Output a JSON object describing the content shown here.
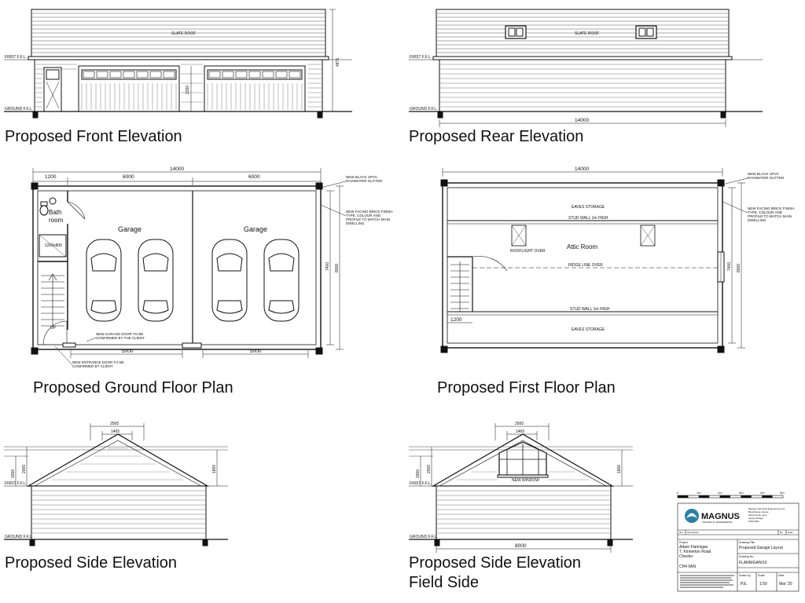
{
  "captions": {
    "front": "Proposed Front Elevation",
    "rear": "Proposed Rear Elevation",
    "ground": "Proposed Ground Floor Plan",
    "first": "Proposed First Floor Plan",
    "side": "Proposed Side Elevation",
    "side_field_1": "Proposed Side Elevation",
    "side_field_2": "Field Side"
  },
  "front": {
    "roof_label": "SLATE ROOF",
    "first_ffl": "FIRST F.F.L.",
    "ground_ffl": "GROUND F.F.L.",
    "door_height": "2250",
    "total_height": "4875"
  },
  "rear": {
    "roof_label": "SLATE ROOF",
    "first_ffl": "FIRST F.F.L.",
    "ground_ffl": "GROUND F.F.L.",
    "width": "14000"
  },
  "ground": {
    "overall": "14000",
    "seg1": "1200",
    "seg2": "6000",
    "seg3": "6000",
    "depth_inner": "7400",
    "depth_outer": "8000",
    "bath_1": "Bath",
    "bath_2": "room",
    "shower": "1200x800",
    "garage_left": "Garage",
    "garage_right": "Garage",
    "door_left": "5000",
    "door_right": "5000",
    "note_gutter": "NEW BLACK UPVC RAINWATER GUTTER",
    "note_bricks": "NEW FACING BRICK FINISH TYPE, COLOUR AND PROFILE TO MATCH MAIN DWELLING",
    "note_garage_door": "NEW GARAGE DOOR TO BE CONFIRMED BY THE CLIENT",
    "note_entrance": "NEW ENTRANCE DOOR TO BE CONFIRMED BY CLIENT",
    "up": "UP"
  },
  "first": {
    "overall": "14000",
    "depth_inner": "7400",
    "depth_outer": "8000",
    "eaves_top": "EAVES STORAGE",
    "eaves_bottom": "EAVES STORAGE",
    "stud_top": "STUD WALL 1m HIGH",
    "stud_bottom": "STUD WALL 1m HIGH",
    "attic": "Attic Room",
    "ridge": "RIDGE LINE OVER",
    "rooflight": "ROOFLIGHT OVER",
    "stair_width": "1200",
    "note_gutter": "NEW BLACK UPVC RAINWATER GUTTER",
    "note_bricks": "NEW FACING BRICK FINISH TYPE, COLOUR AND PROFILE TO MATCH MAIN DWELLING"
  },
  "side_left": {
    "top_outer": "2565",
    "top_inner": "1465",
    "left_a": "1500",
    "left_b": "2000",
    "right": "1800",
    "first_ffl": "FIRST F.F.L.",
    "ground_ffl": "GROUND F.F.L."
  },
  "side_right": {
    "top_outer": "2565",
    "top_inner": "1465",
    "left_a": "1500",
    "left_b": "2000",
    "right": "1800",
    "width": "8000",
    "window_label": "NEW WINDOW",
    "first_ffl": "FIRST F.F.L.",
    "ground_ffl": "GROUND F.F.L."
  },
  "scale_bar": {
    "ticks": [
      "0",
      "1m",
      "2m",
      "3m",
      "4m",
      "5m"
    ]
  },
  "title_block": {
    "company": "MAGNUS",
    "tagline": "TECHNICAL ENGINEERING",
    "address": [
      "Magnus Technical Engineering Ltd.",
      "Brookhouse House",
      "Skull House Lane",
      "Appley Bridge",
      "WN6 9DE"
    ],
    "rev_headers": [
      "Rev",
      "Description",
      "By",
      "Date"
    ],
    "project_label": "Project",
    "project": [
      "Adam Flannigan",
      "7, Kinnerton Road",
      "Chester"
    ],
    "postcode": "CH4 9AN",
    "drawing_title_label": "Drawing Title",
    "drawing_title": "Proposed Garage Layout",
    "drawing_no_label": "Drawing No.",
    "drawing_no": "FLANNIGAN/10",
    "drawn_by_label": "Drawn by",
    "drawn_by": "P.E.",
    "scale_label": "Scale",
    "scale": "1:50",
    "date_label": "Date",
    "date": "Mar '20"
  },
  "colors": {
    "line": "#111111",
    "brand": "#2b7fa6"
  }
}
